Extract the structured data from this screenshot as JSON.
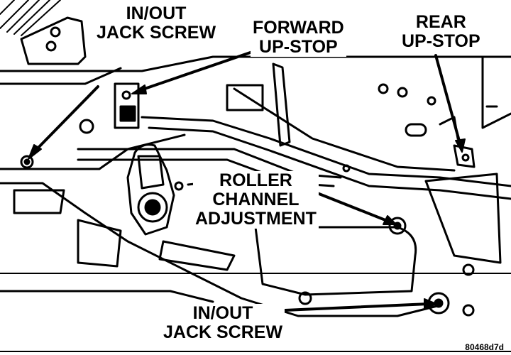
{
  "labels": {
    "jack_screw_top": [
      "IN/OUT",
      "JACK SCREW"
    ],
    "forward_upstop": [
      "FORWARD",
      "UP-STOP"
    ],
    "rear_upstop": [
      "REAR",
      "UP-STOP"
    ],
    "roller_channel": [
      "ROLLER",
      "CHANNEL",
      "ADJUSTMENT"
    ],
    "jack_screw_bottom": [
      "IN/OUT",
      "JACK SCREW"
    ]
  },
  "figure_code": "80468d7d"
}
